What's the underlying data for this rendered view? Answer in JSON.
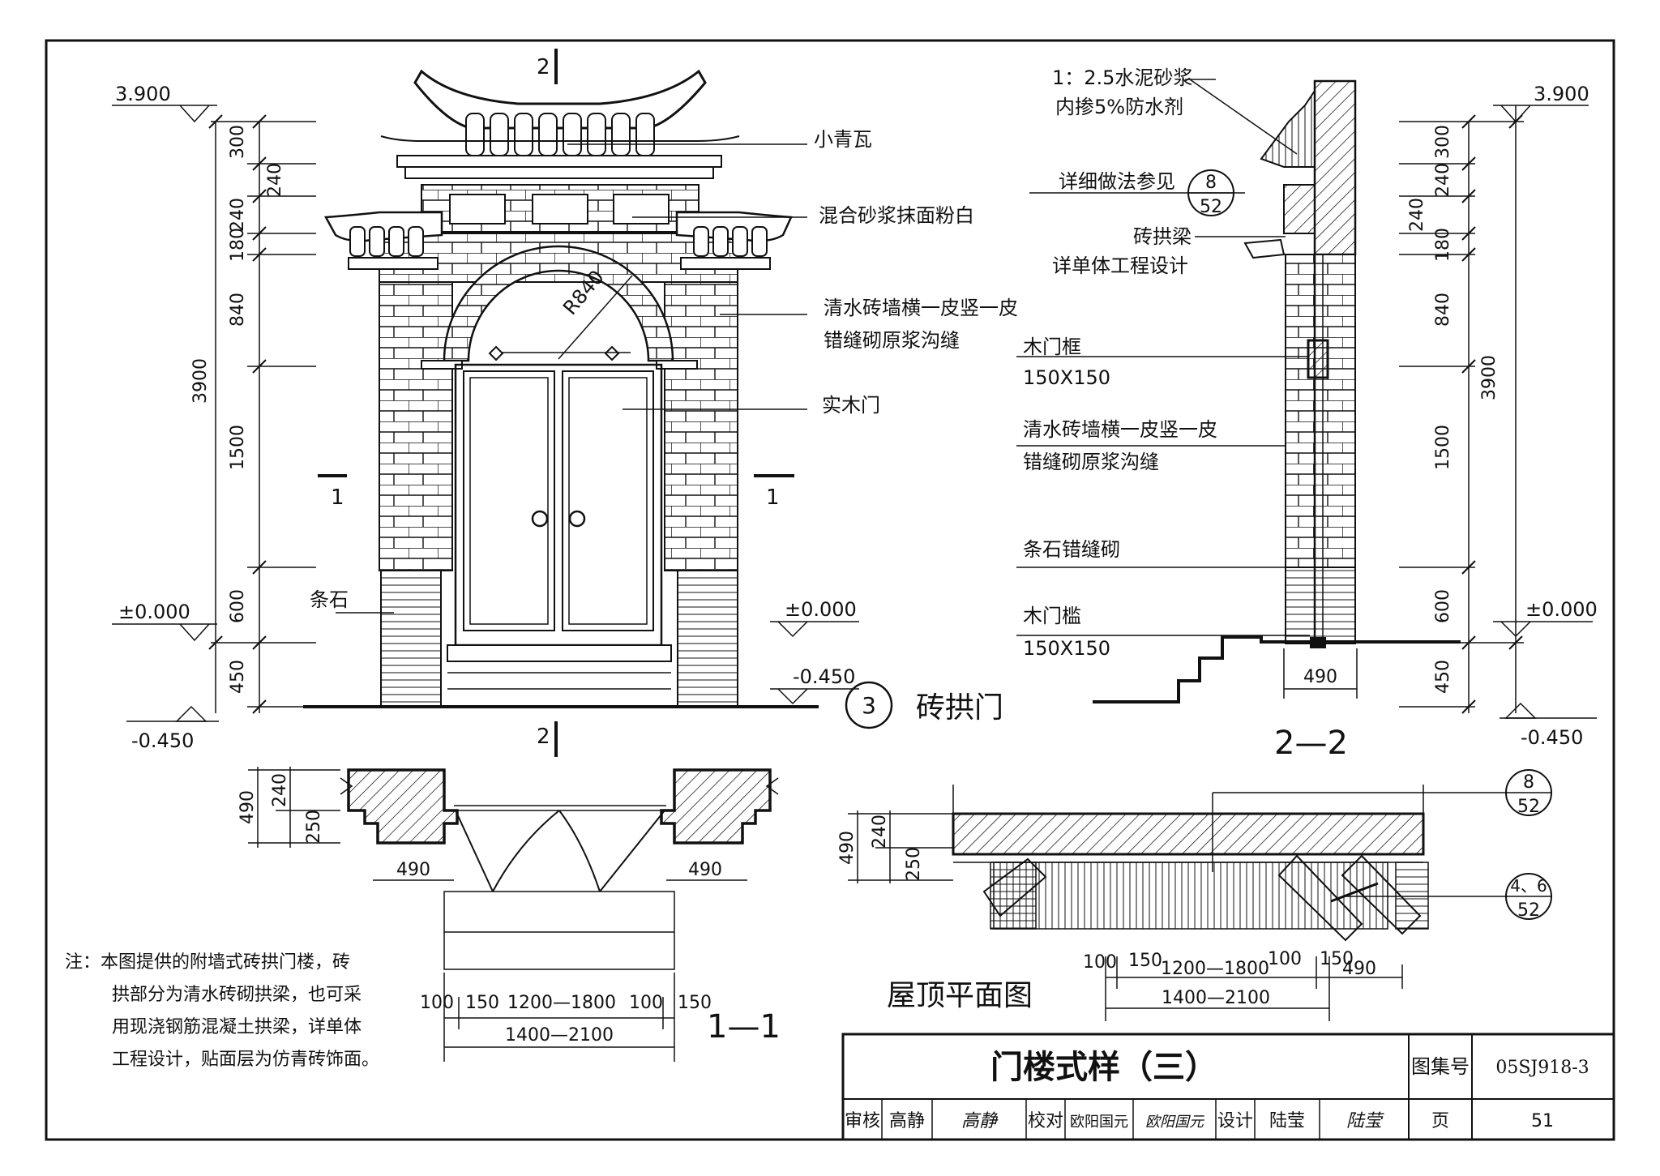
{
  "elevation": {
    "level_top_left": "3.900",
    "level_zero_left": "±0.000",
    "level_minus_left": "-0.450",
    "level_zero_mid": "±0.000",
    "level_minus_mid": "-0.450",
    "dims_left": [
      "300",
      "240",
      "240",
      "180",
      "840",
      "1500",
      "600",
      "450"
    ],
    "dim_total": "3900",
    "radius": "R840",
    "section_2": "2",
    "section_1": "1",
    "callouts": {
      "tile": "小青瓦",
      "plaster": "混合砂浆抹面粉白",
      "brick_wall_1": "清水砖墙横一皮竖一皮",
      "brick_wall_2": "错缝砌原浆沟缝",
      "door": "实木门",
      "stone": "条石"
    },
    "detail_no": "3",
    "title": "砖拱门"
  },
  "section22": {
    "mortar_1": "1：2.5水泥砂浆",
    "mortar_2": "内掺5%防水剂",
    "detail_ref": "详细做法参见",
    "ref_top": "8",
    "ref_bottom": "52",
    "arch_beam": "砖拱梁",
    "arch_beam_2": "详单体工程设计",
    "frame": "木门框",
    "frame_size": "150X150",
    "wall_1": "清水砖墙横一皮竖一皮",
    "wall_2": "错缝砌原浆沟缝",
    "stone": "条石错缝砌",
    "sill": "木门槛",
    "sill_size": "150X150",
    "dim_490": "490",
    "title": "2—2",
    "level_top": "3.900",
    "level_zero": "±0.000",
    "level_minus": "-0.450",
    "dims_right": [
      "300",
      "240",
      "240",
      "180",
      "840",
      "1500",
      "600",
      "450"
    ],
    "dim_total": "3900"
  },
  "section11": {
    "dim_490": "490",
    "dim_240": "240",
    "dim_250": "250",
    "dim_490_left": "490",
    "dim_490_right": "490",
    "dim_100a": "100",
    "dim_150a": "150",
    "dim_range": "1200—1800",
    "dim_100b": "100",
    "dim_150b": "150",
    "dim_total": "1400—2100",
    "title": "1—1"
  },
  "roof_plan": {
    "dim_490": "490",
    "dim_240": "240",
    "dim_250": "250",
    "ref_top": "8",
    "ref_bottom": "52",
    "ref2_top": "4、6",
    "ref2_bottom": "52",
    "dim_100a": "100",
    "dim_150a": "150",
    "dim_range": "1200—1800",
    "dim_100b": "100",
    "dim_150b": "150",
    "dim_490r": "490",
    "dim_total": "1400—2100",
    "title": "屋顶平面图"
  },
  "note": {
    "line1": "注：本图提供的附墙式砖拱门楼，砖",
    "line2": "拱部分为清水砖砌拱梁，也可采",
    "line3": "用现浇钢筋混凝土拱梁，详单体",
    "line4": "工程设计，贴面层为仿青砖饰面。"
  },
  "title_block": {
    "title": "门楼式样（三）",
    "atlas_label": "图集号",
    "atlas_no": "05SJ918-3",
    "review_label": "审核",
    "review_name": "高静",
    "review_sign": "高静",
    "check_label": "校对",
    "check_name": "欧阳国元",
    "check_sign": "欧阳国元",
    "design_label": "设计",
    "design_name": "陆莹",
    "design_sign": "陆莹",
    "page_label": "页",
    "page_no": "51"
  }
}
